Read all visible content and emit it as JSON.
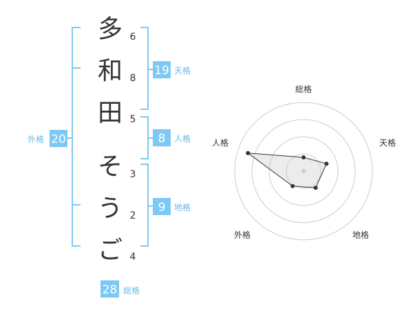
{
  "colors": {
    "accent": "#7ec8f5",
    "label": "#6fb8e8",
    "text": "#333333",
    "ring": "#cccccc"
  },
  "name": {
    "chars": [
      {
        "char": "多",
        "strokes": "6"
      },
      {
        "char": "和",
        "strokes": "8"
      },
      {
        "char": "田",
        "strokes": "5"
      },
      {
        "char": "そ",
        "strokes": "3"
      },
      {
        "char": "う",
        "strokes": "2"
      },
      {
        "char": "ご",
        "strokes": "4"
      }
    ]
  },
  "scores": {
    "tenkaku": {
      "value": "19",
      "label": "天格"
    },
    "jinkaku": {
      "value": "8",
      "label": "人格"
    },
    "chikaku": {
      "value": "9",
      "label": "地格"
    },
    "gaikaku": {
      "value": "20",
      "label": "外格"
    },
    "soukaku": {
      "value": "28",
      "label": "総格"
    }
  },
  "chart_data": {
    "type": "radar",
    "axes": [
      "総格",
      "天格",
      "地格",
      "外格",
      "人格"
    ],
    "values": [
      0.2,
      0.35,
      0.3,
      0.27,
      0.85
    ],
    "rings": 4,
    "grid": true
  }
}
